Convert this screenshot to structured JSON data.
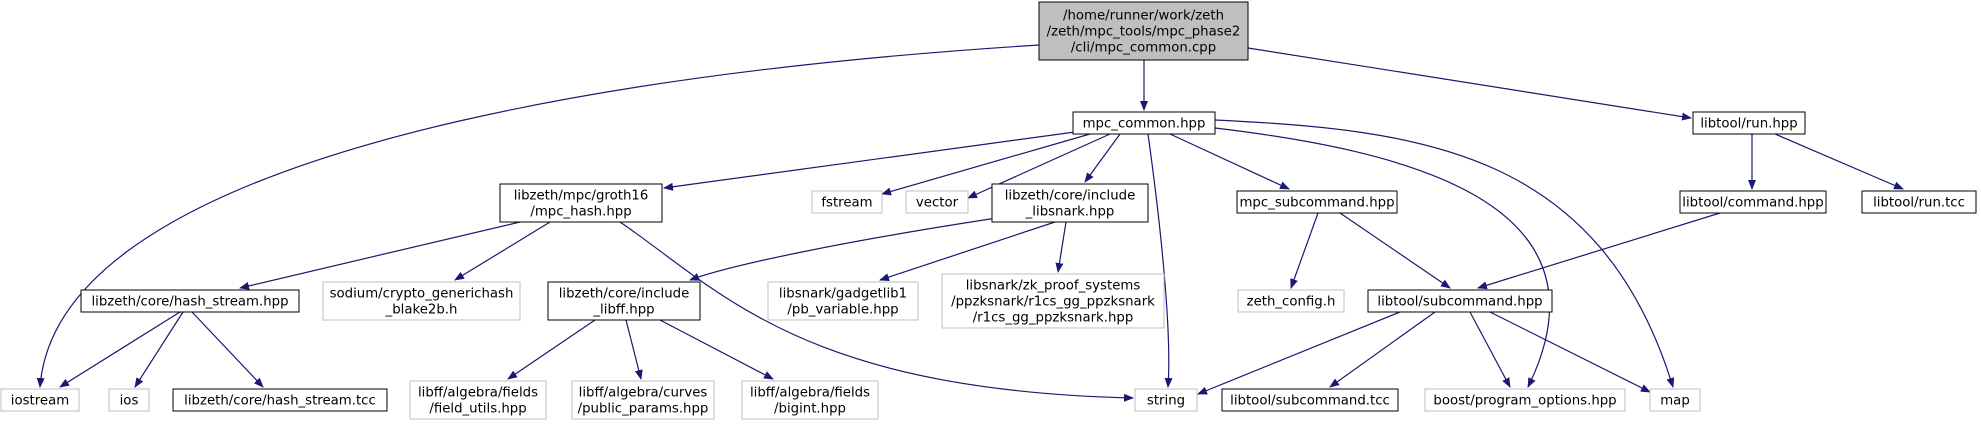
{
  "graph": {
    "colors": {
      "edge": "#191970",
      "root_fill": "#bfbfbf",
      "root_border": "#000000",
      "node_border": "#000000",
      "system_border": "#bfbfbf",
      "background": "#ffffff"
    },
    "nodes": {
      "root": {
        "lines": [
          "/home/runner/work/zeth",
          "/zeth/mpc_tools/mpc_phase2",
          "/cli/mpc_common.cpp"
        ]
      },
      "mpc_common": {
        "lines": [
          "mpc_common.hpp"
        ]
      },
      "libtool_run": {
        "lines": [
          "libtool/run.hpp"
        ]
      },
      "mpc_hash": {
        "lines": [
          "libzeth/mpc/groth16",
          "/mpc_hash.hpp"
        ]
      },
      "fstream": {
        "lines": [
          "fstream"
        ]
      },
      "vector": {
        "lines": [
          "vector"
        ]
      },
      "include_libsnark": {
        "lines": [
          "libzeth/core/include",
          "_libsnark.hpp"
        ]
      },
      "mpc_subcommand": {
        "lines": [
          "mpc_subcommand.hpp"
        ]
      },
      "libtool_command": {
        "lines": [
          "libtool/command.hpp"
        ]
      },
      "libtool_run_tcc": {
        "lines": [
          "libtool/run.tcc"
        ]
      },
      "hash_stream": {
        "lines": [
          "libzeth/core/hash_stream.hpp"
        ]
      },
      "sodium": {
        "lines": [
          "sodium/crypto_generichash",
          "_blake2b.h"
        ]
      },
      "include_libff": {
        "lines": [
          "libzeth/core/include",
          "_libff.hpp"
        ]
      },
      "pb_variable": {
        "lines": [
          "libsnark/gadgetlib1",
          "/pb_variable.hpp"
        ]
      },
      "r1cs_gg": {
        "lines": [
          "libsnark/zk_proof_systems",
          "/ppzksnark/r1cs_gg_ppzksnark",
          "/r1cs_gg_ppzksnark.hpp"
        ]
      },
      "zeth_config": {
        "lines": [
          "zeth_config.h"
        ]
      },
      "libtool_subcommand": {
        "lines": [
          "libtool/subcommand.hpp"
        ]
      },
      "iostream": {
        "lines": [
          "iostream"
        ]
      },
      "ios": {
        "lines": [
          "ios"
        ]
      },
      "hash_stream_tcc": {
        "lines": [
          "libzeth/core/hash_stream.tcc"
        ]
      },
      "field_utils": {
        "lines": [
          "libff/algebra/fields",
          "/field_utils.hpp"
        ]
      },
      "public_params": {
        "lines": [
          "libff/algebra/curves",
          "/public_params.hpp"
        ]
      },
      "bigint": {
        "lines": [
          "libff/algebra/fields",
          "/bigint.hpp"
        ]
      },
      "string": {
        "lines": [
          "string"
        ]
      },
      "libtool_subcommand_tcc": {
        "lines": [
          "libtool/subcommand.tcc"
        ]
      },
      "program_options": {
        "lines": [
          "boost/program_options.hpp"
        ]
      },
      "map": {
        "lines": [
          "map"
        ]
      }
    }
  }
}
